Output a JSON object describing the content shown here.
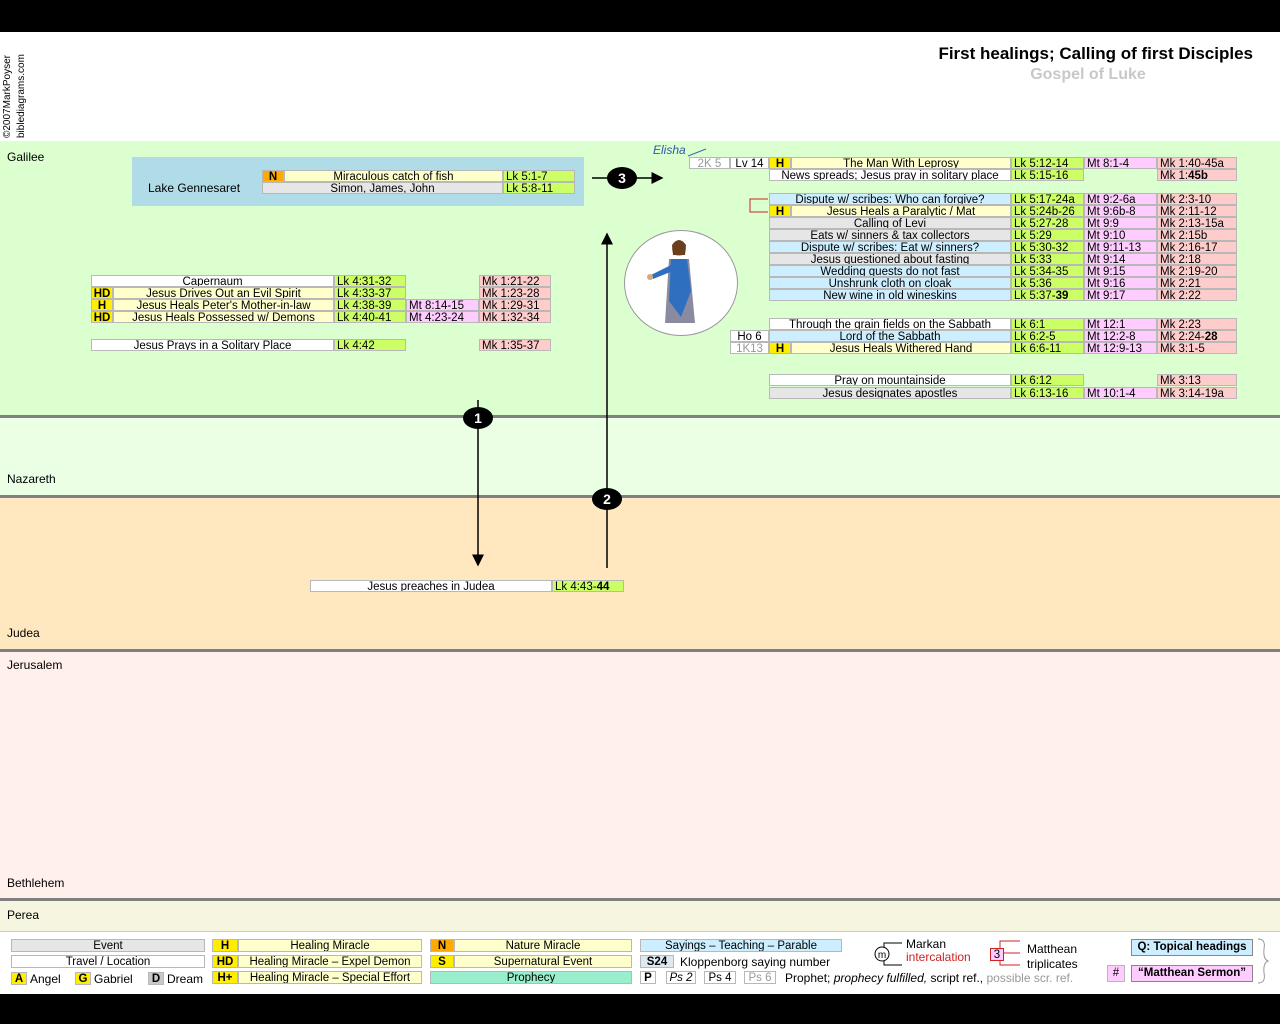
{
  "header": {
    "title": "First healings; Calling of first Disciples",
    "subtitle": "Gospel of Luke",
    "copyright": "©2007MarkPoyser",
    "site": "biblediagrams.com"
  },
  "regions": {
    "galilee": "Galilee",
    "nazareth": "Nazareth",
    "judea": "Judea",
    "jerusalem": "Jerusalem",
    "bethlehem": "Bethlehem",
    "perea": "Perea"
  },
  "lake": {
    "label": "Lake Gennesaret",
    "rows": [
      {
        "tag": "N",
        "event": "Miraculous catch of fish",
        "lk": "Lk 5:1-7"
      },
      {
        "tag": "",
        "event": "Simon, James, John",
        "lk": "Lk 5:8-11"
      }
    ]
  },
  "capernaum": {
    "rows": [
      {
        "tag": "",
        "event": "Capernaum",
        "lk": "Lk 4:31-32",
        "mt": "",
        "mk": "Mk 1:21-22"
      },
      {
        "tag": "HD",
        "event": "Jesus Drives Out an Evil Spirit",
        "lk": "Lk 4:33-37",
        "mt": "",
        "mk": "Mk 1:23-28"
      },
      {
        "tag": "H",
        "event": "Jesus Heals Peter's Mother-in-law",
        "lk": "Lk 4:38-39",
        "mt": "Mt 8:14-15",
        "mk": "Mk 1:29-31"
      },
      {
        "tag": "HD",
        "event": "Jesus Heals Possessed w/ Demons",
        "lk": "Lk 4:40-41",
        "mt": "Mt 4:23-24",
        "mk": "Mk 1:32-34"
      }
    ],
    "prays": {
      "event": "Jesus Prays in a Solitary Place",
      "lk": "Lk 4:42",
      "mk": "Mk 1:35-37"
    }
  },
  "judea_event": {
    "event": "Jesus preaches in Judea",
    "lk": "Lk 4:43-44"
  },
  "steps": [
    "1",
    "2",
    "3"
  ],
  "elisha": "Elisha",
  "right": {
    "group1": [
      {
        "pre": "2K 5",
        "pre2": "Lv 14",
        "tag": "H",
        "event": "The Man With Leprosy",
        "lk": "Lk 5:12-14",
        "mt": "Mt 8:1-4",
        "mk": "Mk 1:40-45a"
      },
      {
        "event": "News spreads; Jesus pray in solitary place",
        "lk": "Lk 5:15-16",
        "mt": "",
        "mk": "Mk 1:45b"
      }
    ],
    "group2": [
      {
        "tag": "",
        "event": "Dispute w/ scribes: Who can forgive?",
        "lk": "Lk 5:17-24a",
        "mt": "Mt 9:2-6a",
        "mk": "Mk 2:3-10"
      },
      {
        "tag": "H",
        "event": "Jesus Heals a Paralytic / Mat",
        "lk": "Lk 5:24b-26",
        "mt": "Mt 9:6b-8",
        "mk": "Mk 2:11-12"
      },
      {
        "tag": "",
        "event": "Calling of Levi",
        "lk": "Lk 5:27-28",
        "mt": "Mt 9:9",
        "mk": "Mk 2:13-15a"
      },
      {
        "tag": "",
        "event": "Eats w/ sinners & tax collectors",
        "lk": "Lk 5:29",
        "mt": "Mt 9:10",
        "mk": "Mk 2:15b"
      },
      {
        "tag": "",
        "event": "Dispute w/ scribes: Eat w/ sinners?",
        "lk": "Lk 5:30-32",
        "mt": "Mt 9:11-13",
        "mk": "Mk 2:16-17"
      },
      {
        "tag": "",
        "event": "Jesus questioned about fasting",
        "lk": "Lk 5:33",
        "mt": "Mt 9:14",
        "mk": "Mk 2:18"
      },
      {
        "tag": "",
        "event": "Wedding guests do not fast",
        "lk": "Lk 5:34-35",
        "mt": "Mt 9:15",
        "mk": "Mk 2:19-20"
      },
      {
        "tag": "",
        "event": "Unshrunk cloth on cloak",
        "lk": "Lk 5:36",
        "mt": "Mt 9:16",
        "mk": "Mk 2:21"
      },
      {
        "tag": "",
        "event": "New wine in old wineskins",
        "lk": "Lk 5:37-39",
        "mt": "Mt 9:17",
        "mk": "Mk 2:22"
      }
    ],
    "group3": [
      {
        "pre": "",
        "tag": "",
        "event": "Through the grain fields on the Sabbath",
        "lk": "Lk 6:1",
        "mt": "Mt 12:1",
        "mk": "Mk 2:23"
      },
      {
        "pre": "Ho 6",
        "tag": "",
        "event": "Lord of the Sabbath",
        "lk": "Lk 6:2-5",
        "mt": "Mt 12:2-8",
        "mk": "Mk 2:24-28"
      },
      {
        "pre": "1K13",
        "tag": "H",
        "event": "Jesus Heals Withered Hand",
        "lk": "Lk 6:6-11",
        "mt": "Mt 12:9-13",
        "mk": "Mk 3:1-5"
      }
    ],
    "group4": [
      {
        "event": "Pray on mountainside",
        "lk": "Lk 6:12",
        "mt": "",
        "mk": "Mk 3:13"
      },
      {
        "event": "Jesus designates apostles",
        "lk": "Lk 6:13-16",
        "mt": "Mt 10:1-4",
        "mk": "Mk 3:14-19a"
      }
    ]
  },
  "legend": {
    "event": "Event",
    "travel": "Travel / Location",
    "angel_tag": "A",
    "angel": "Angel",
    "gabriel_tag": "G",
    "gabriel": "Gabriel",
    "dream_tag": "D",
    "dream": "Dream",
    "h_tag": "H",
    "h": "Healing Miracle",
    "hd_tag": "HD",
    "hd": "Healing Miracle – Expel Demon",
    "hp_tag": "H+",
    "hp": "Healing Miracle – Special Effort",
    "n_tag": "N",
    "n": "Nature Miracle",
    "s_tag": "S",
    "s": "Supernatural Event",
    "prophecy": "Prophecy",
    "sayings": "Sayings – Teaching – Parable",
    "s24_tag": "S24",
    "s24": "Kloppenborg saying number",
    "p_tag": "P",
    "ps2": "Ps 2",
    "ps4": "Ps 4",
    "ps6": "Ps 6",
    "p_text1": "Prophet;",
    "p_text2": "prophecy fulfilled,",
    "p_text3": "script ref.,",
    "p_text4": "possible scr. ref.",
    "markan1": "Markan",
    "markan2": "intercalation",
    "m_tag": "m",
    "mt_trip_tag": "3",
    "mt_trip1": "Matthean",
    "mt_trip2": "triplicates",
    "q_heading": "Q: Topical headings",
    "hash_tag": "#",
    "mt_sermon": "“Matthean Sermon”"
  },
  "colors": {
    "galilee": "#dcffd0",
    "nazareth": "#eaffe4",
    "judea": "#ffe8c0",
    "jerusalem": "#fff0ec",
    "perea": "#f6f6e0",
    "lake": "#b0dce8",
    "luke": "#ccff66",
    "matthew": "#ffccff",
    "mark": "#ffcccc"
  }
}
